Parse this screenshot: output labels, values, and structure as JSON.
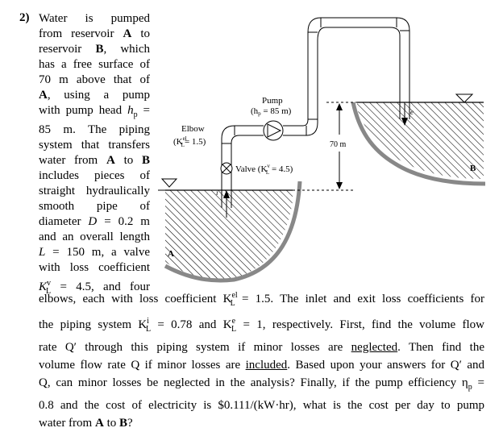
{
  "problem": {
    "number": "2)",
    "lines_narrow": [
      [
        "Water is pumped"
      ],
      [
        "from reservoir ",
        "A",
        " to"
      ],
      [
        "reservoir ",
        "B",
        ", which"
      ],
      [
        "has a free surface of"
      ],
      [
        "70 m above that of"
      ],
      [
        "A",
        ", using a pump"
      ],
      [
        "with pump head ",
        "h",
        "p",
        " ="
      ],
      [
        "85 m. The piping"
      ],
      [
        "system that transfers"
      ],
      [
        "water from ",
        "A",
        " to ",
        "B"
      ],
      [
        "includes pieces of"
      ],
      [
        "straight hydraulically"
      ],
      [
        "smooth pipe of"
      ],
      [
        "diameter ",
        "D",
        " = 0.2 m"
      ],
      [
        "and an overall length"
      ],
      [
        "L",
        " = 150 m, a valve"
      ],
      [
        "with loss coefficient"
      ],
      [
        "K",
        "v",
        "L",
        " = 4.5, and four"
      ]
    ],
    "line_w1": "elbows, each with loss coefficient K",
    "line_w1b": " = 1.5.  The inlet and exit loss coefficients for",
    "line_w2a": "the piping system K",
    "line_w2b": " = 0.78 and K",
    "line_w2c": " = 1, respectively.  First, find the volume flow",
    "line_w3a": "rate Q′ through this piping system if minor losses are ",
    "line_w3u": "neglected",
    "line_w3b": ".  Then find the",
    "line_w4a": "volume flow rate Q if minor losses are ",
    "line_w4u": "included",
    "line_w4b": ".  Based upon your answers for Q′ and",
    "line_w5a": "Q, can minor losses be neglected in the analysis? Finally, if the pump efficiency η",
    "line_w5sub": "p",
    "line_w5b": " =",
    "line_w6": "0.8 and the cost of electricity is $0.111/(kW·hr), what is the cost per day to pump",
    "line_w7a": "water from ",
    "line_w7A": "A",
    "line_w7b": " to ",
    "line_w7B": "B",
    "line_w7c": "?"
  },
  "figure": {
    "pump_label": "Pump",
    "pump_head": "(h",
    "pump_head_sub": "p",
    "pump_head_val": " = 85 m)",
    "elbow_label": "Elbow",
    "elbow_coef_a": "(K",
    "elbow_coef_sup": "el",
    "elbow_coef_sub": "L",
    "elbow_coef_b": "= 1.5)",
    "valve_label_a": "Valve (K",
    "valve_label_sup": "v",
    "valve_label_sub": "L",
    "valve_label_b": " = 4.5)",
    "height_label": "70 m",
    "reservoir_a": "A",
    "reservoir_b": "B",
    "inlet_label": "i",
    "exit_label": "e"
  }
}
